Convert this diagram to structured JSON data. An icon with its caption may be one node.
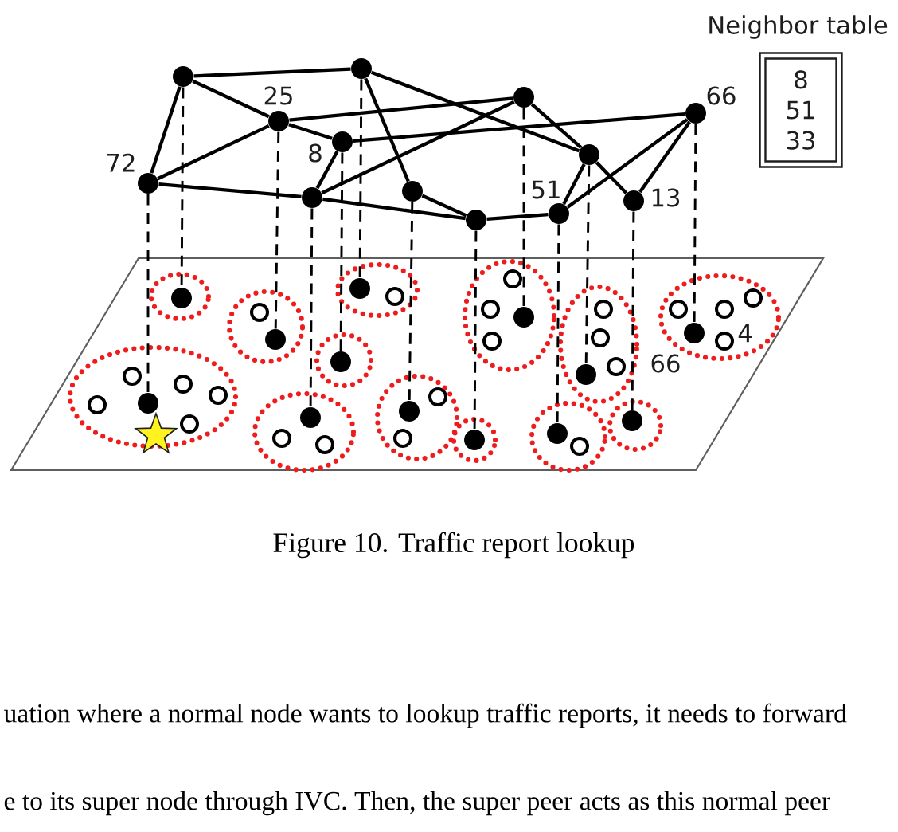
{
  "diagram": {
    "caption": "Figure 10. Traffic report lookup",
    "nodes": [
      {
        "text": [],
        "shape": "dot"
      },
      {
        "text": [],
        "shape": "dot"
      },
      {
        "text": [],
        "shape": "dot"
      },
      {
        "text": [],
        "shape": "dot",
        "beside": [
          "66"
        ]
      },
      {
        "text": [],
        "shape": "dot",
        "beside": [
          "25"
        ]
      },
      {
        "text": [],
        "shape": "dot",
        "beside": [
          "8"
        ]
      },
      {
        "text": [],
        "shape": "dot"
      },
      {
        "text": [],
        "shape": "dot",
        "beside": [
          "72"
        ]
      },
      {
        "text": [],
        "shape": "dot"
      },
      {
        "text": [],
        "shape": "dot"
      },
      {
        "text": [],
        "shape": "dot",
        "beside": [
          "13"
        ]
      },
      {
        "text": [],
        "shape": "dot",
        "beside": [
          "51"
        ]
      },
      {
        "text": [],
        "shape": "dot"
      },
      {
        "text": [
          "Neighbor table",
          "8",
          "51",
          "33"
        ]
      },
      {
        "text": [],
        "shape": "parallelogram"
      },
      {
        "text": [],
        "shape": "ellipse",
        "in": 14
      },
      {
        "text": [],
        "shape": "dot",
        "in": 15
      },
      {
        "text": [],
        "shape": "ellipse",
        "in": 14
      },
      {
        "text": [],
        "shape": "circle",
        "in": 17
      },
      {
        "text": [],
        "shape": "dot",
        "in": 17
      },
      {
        "text": [],
        "shape": "ellipse",
        "in": 14
      },
      {
        "text": [],
        "shape": "dot",
        "in": 20
      },
      {
        "text": [],
        "shape": "circle",
        "in": 20
      },
      {
        "text": [],
        "shape": "ellipse",
        "in": 14
      },
      {
        "text": [],
        "shape": "circle",
        "in": 23
      },
      {
        "text": [],
        "shape": "circle",
        "in": 23
      },
      {
        "text": [],
        "shape": "dot",
        "in": 23
      },
      {
        "text": [],
        "shape": "circle",
        "in": 23
      },
      {
        "text": [],
        "shape": "ellipse",
        "in": 14
      },
      {
        "text": [],
        "shape": "circle",
        "in": 28
      },
      {
        "text": [],
        "shape": "circle",
        "in": 28
      },
      {
        "text": [],
        "shape": "dot",
        "in": 28
      },
      {
        "text": [],
        "shape": "circle",
        "in": 28
      },
      {
        "text": [],
        "shape": "ellipse",
        "in": 14
      },
      {
        "text": [],
        "shape": "circle",
        "in": 33
      },
      {
        "text": [],
        "shape": "dot",
        "in": 33,
        "beside": [
          "66"
        ]
      },
      {
        "text": [],
        "shape": "circle",
        "in": 33
      },
      {
        "text": [],
        "shape": "circle",
        "in": 33,
        "beside": [
          "4"
        ]
      },
      {
        "text": [],
        "shape": "circle",
        "in": 33
      },
      {
        "text": [],
        "shape": "ellipse",
        "in": 14
      },
      {
        "text": [],
        "shape": "circle",
        "in": 39
      },
      {
        "text": [],
        "shape": "circle",
        "in": 39
      },
      {
        "text": [],
        "shape": "dot",
        "in": 39
      },
      {
        "text": [],
        "shape": "circle",
        "in": 39
      },
      {
        "text": [],
        "shape": "circle",
        "in": 39
      },
      {
        "text": [],
        "shape": "circle",
        "in": 39
      },
      {
        "text": [],
        "shape": "ellipse",
        "in": 14
      },
      {
        "text": [],
        "shape": "dot",
        "in": 46
      },
      {
        "text": [],
        "shape": "ellipse",
        "in": 14
      },
      {
        "text": [],
        "shape": "dot",
        "in": 48
      },
      {
        "text": [],
        "shape": "circle",
        "in": 48
      },
      {
        "text": [],
        "shape": "circle",
        "in": 48
      },
      {
        "text": [],
        "shape": "ellipse",
        "in": 14
      },
      {
        "text": [],
        "shape": "circle",
        "in": 52
      },
      {
        "text": [],
        "shape": "dot",
        "in": 52
      },
      {
        "text": [],
        "shape": "circle",
        "in": 52
      },
      {
        "text": [],
        "shape": "ellipse",
        "in": 14
      },
      {
        "text": [],
        "shape": "dot",
        "in": 56
      },
      {
        "text": [],
        "shape": "ellipse",
        "in": 14
      },
      {
        "text": [],
        "shape": "dot",
        "in": 58
      },
      {
        "text": [],
        "shape": "circle",
        "in": 58
      },
      {
        "text": [],
        "shape": "ellipse",
        "in": 14
      },
      {
        "text": [],
        "shape": "dot",
        "in": 61
      },
      {
        "text": [],
        "shape": "star",
        "in": 14
      }
    ],
    "edges": [
      {
        "from": 1,
        "to": 0,
        "arrow": "none"
      },
      {
        "from": 1,
        "to": 4,
        "arrow": "none"
      },
      {
        "from": 1,
        "to": 7,
        "arrow": "none"
      },
      {
        "from": 0,
        "to": 6,
        "arrow": "none"
      },
      {
        "from": 0,
        "to": 8,
        "arrow": "none"
      },
      {
        "from": 4,
        "to": 7,
        "arrow": "none"
      },
      {
        "from": 4,
        "to": 5,
        "arrow": "none"
      },
      {
        "from": 4,
        "to": 2,
        "arrow": "none"
      },
      {
        "from": 5,
        "to": 9,
        "arrow": "none"
      },
      {
        "from": 5,
        "to": 3,
        "arrow": "none"
      },
      {
        "from": 7,
        "to": 9,
        "arrow": "none"
      },
      {
        "from": 9,
        "to": 12,
        "arrow": "none"
      },
      {
        "from": 9,
        "to": 2,
        "arrow": "none"
      },
      {
        "from": 8,
        "to": 12,
        "arrow": "none"
      },
      {
        "from": 12,
        "to": 11,
        "arrow": "none"
      },
      {
        "from": 2,
        "to": 6,
        "arrow": "none"
      },
      {
        "from": 6,
        "to": 10,
        "arrow": "none"
      },
      {
        "from": 6,
        "to": 11,
        "arrow": "none"
      },
      {
        "from": 11,
        "to": 3,
        "arrow": "none"
      },
      {
        "from": 10,
        "to": 3,
        "arrow": "none"
      },
      {
        "from": 1,
        "to": 16,
        "arrow": "none",
        "style": "dashed"
      },
      {
        "from": 4,
        "to": 19,
        "arrow": "none",
        "style": "dashed"
      },
      {
        "from": 0,
        "to": 21,
        "arrow": "none",
        "style": "dashed"
      },
      {
        "from": 2,
        "to": 26,
        "arrow": "none",
        "style": "dashed"
      },
      {
        "from": 6,
        "to": 31,
        "arrow": "none",
        "style": "dashed"
      },
      {
        "from": 3,
        "to": 35,
        "arrow": "none",
        "style": "dashed"
      },
      {
        "from": 7,
        "to": 42,
        "arrow": "none",
        "style": "dashed"
      },
      {
        "from": 5,
        "to": 47,
        "arrow": "none",
        "style": "dashed"
      },
      {
        "from": 9,
        "to": 49,
        "arrow": "none",
        "style": "dashed"
      },
      {
        "from": 8,
        "to": 54,
        "arrow": "none",
        "style": "dashed"
      },
      {
        "from": 12,
        "to": 57,
        "arrow": "none",
        "style": "dashed"
      },
      {
        "from": 11,
        "to": 59,
        "arrow": "none",
        "style": "dashed"
      },
      {
        "from": 10,
        "to": 62,
        "arrow": "none",
        "style": "dashed"
      }
    ],
    "labels": [
      "uation where a normal node wants to lookup traffic reports, it needs to forward",
      "e to its super node through IVC. Then, the super peer acts as this normal peer"
    ]
  }
}
